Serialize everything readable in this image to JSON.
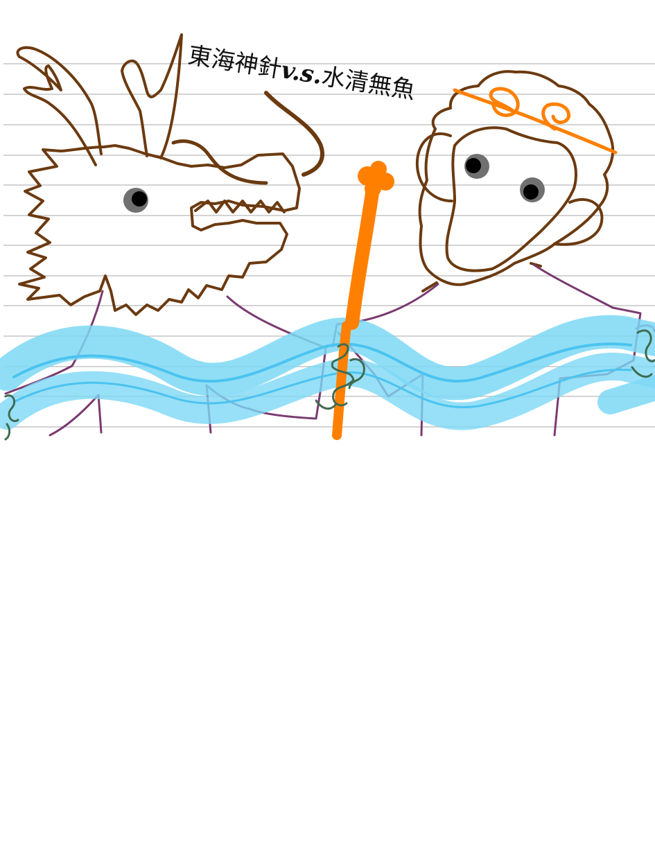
{
  "drawing": {
    "title_left": "東海神針",
    "title_vs": "v.s.",
    "title_right": "水清無魚"
  },
  "subjects": [
    "dragon",
    "monkey-king",
    "staff",
    "waves"
  ],
  "colors": {
    "ruled_line": "#b9b9b9",
    "outline_brown": "#6b3a10",
    "staff_orange": "#ff8000",
    "robe_purple": "#7a3a70",
    "wave_blue": "#7dd8f5",
    "wave_line": "#4cc3ef",
    "eye_grey": "#707070",
    "eye_black": "#000000",
    "background": "#ffffff"
  }
}
